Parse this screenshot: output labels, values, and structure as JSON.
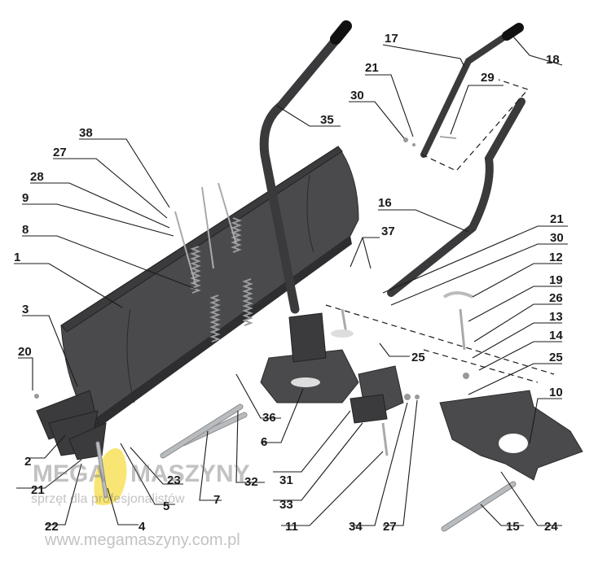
{
  "watermark": {
    "brand_left": "MEGA",
    "brand_right": "MASZYNY",
    "tagline": "sprzęt dla profesjonalistów",
    "url": "www.megamaszyny.com.pl",
    "accent_color": "#f2d000"
  },
  "callouts": [
    {
      "id": "c17",
      "text": "17"
    },
    {
      "id": "c18",
      "text": "18"
    },
    {
      "id": "c21a",
      "text": "21"
    },
    {
      "id": "c29",
      "text": "29"
    },
    {
      "id": "c30a",
      "text": "30"
    },
    {
      "id": "c35",
      "text": "35"
    },
    {
      "id": "c38",
      "text": "38"
    },
    {
      "id": "c27a",
      "text": "27"
    },
    {
      "id": "c28",
      "text": "28"
    },
    {
      "id": "c9",
      "text": "9"
    },
    {
      "id": "c8",
      "text": "8"
    },
    {
      "id": "c1",
      "text": "1"
    },
    {
      "id": "c16",
      "text": "16"
    },
    {
      "id": "c37",
      "text": "37"
    },
    {
      "id": "c21b",
      "text": "21"
    },
    {
      "id": "c30b",
      "text": "30"
    },
    {
      "id": "c12",
      "text": "12"
    },
    {
      "id": "c19",
      "text": "19"
    },
    {
      "id": "c26",
      "text": "26"
    },
    {
      "id": "c13",
      "text": "13"
    },
    {
      "id": "c14",
      "text": "14"
    },
    {
      "id": "c25a",
      "text": "25"
    },
    {
      "id": "c25b",
      "text": "25"
    },
    {
      "id": "c3",
      "text": "3"
    },
    {
      "id": "c20",
      "text": "20"
    },
    {
      "id": "c10",
      "text": "10"
    },
    {
      "id": "c36",
      "text": "36"
    },
    {
      "id": "c6",
      "text": "6"
    },
    {
      "id": "c2",
      "text": "2"
    },
    {
      "id": "c21c",
      "text": "21"
    },
    {
      "id": "c22",
      "text": "22"
    },
    {
      "id": "c4",
      "text": "4"
    },
    {
      "id": "c23",
      "text": "23"
    },
    {
      "id": "c5",
      "text": "5"
    },
    {
      "id": "c32",
      "text": "32"
    },
    {
      "id": "c7",
      "text": "7"
    },
    {
      "id": "c31",
      "text": "31"
    },
    {
      "id": "c33",
      "text": "33"
    },
    {
      "id": "c11",
      "text": "11"
    },
    {
      "id": "c34",
      "text": "34"
    },
    {
      "id": "c27b",
      "text": "27"
    },
    {
      "id": "c15",
      "text": "15"
    },
    {
      "id": "c24",
      "text": "24"
    }
  ]
}
